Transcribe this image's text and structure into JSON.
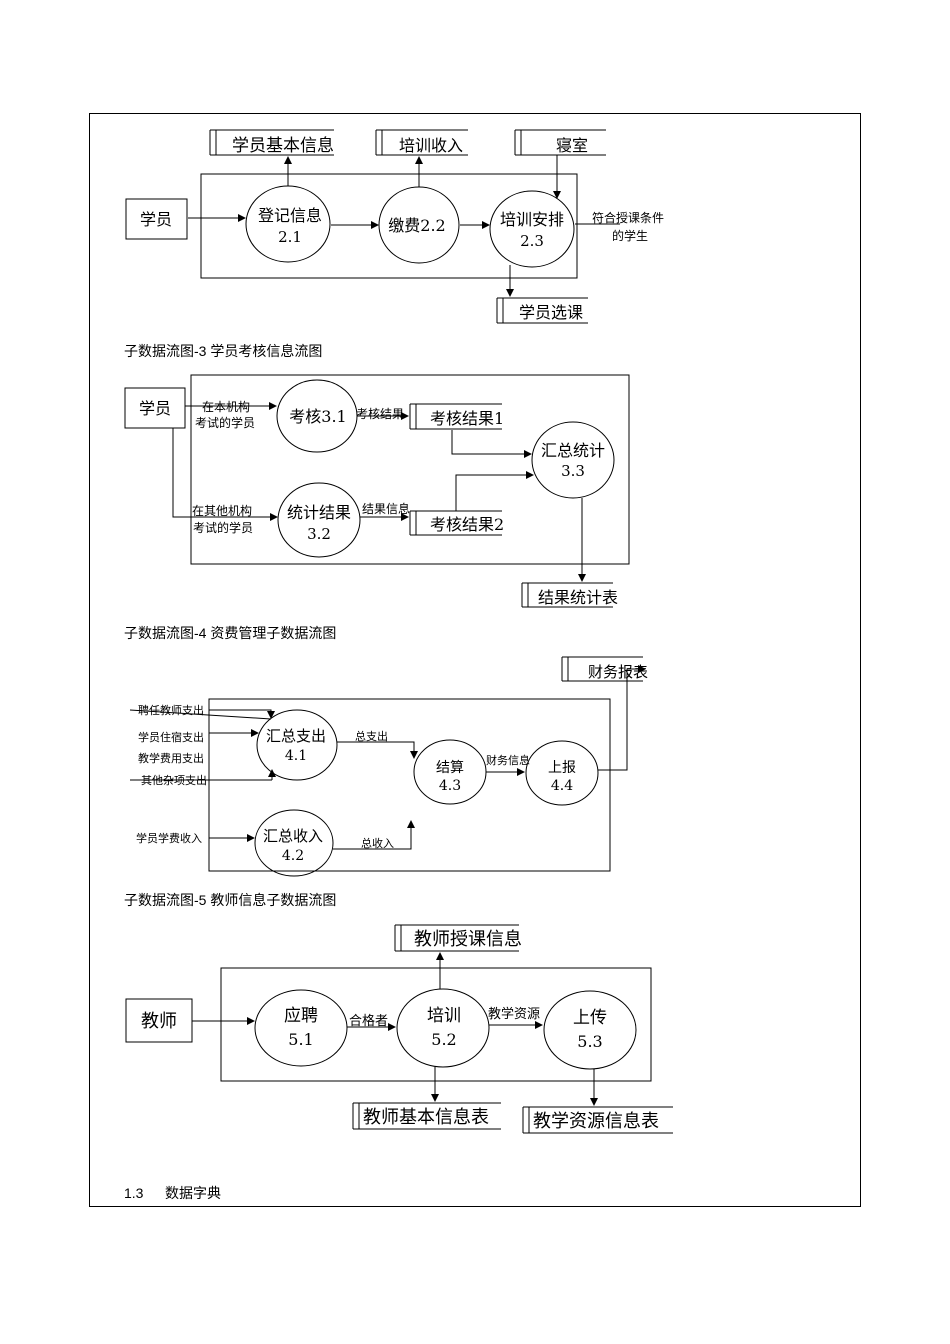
{
  "diagram2": {
    "external_student": "学员",
    "store_student_info": "学员基本信息",
    "store_income": "培训收入",
    "store_dorm": "寝室",
    "store_course_select": "学员选课",
    "p21_name": "登记信息",
    "p21_id": "2.1",
    "p22_name": "缴费2.2",
    "p23_name": "培训安排",
    "p23_id": "2.3",
    "out_label_line1": "符合授课条件",
    "out_label_line2": "的学生"
  },
  "diagram3": {
    "caption": "子数据流图-3  学员考核信息流图",
    "external_student": "学员",
    "flow_local_line1": "在本机构",
    "flow_local_line2": "考试的学员",
    "flow_other_line1": "在其他机构",
    "flow_other_line2": "考试的学员",
    "p31_name": "考核3.1",
    "p32_name": "统计结果",
    "p32_id": "3.2",
    "p33_name": "汇总统计",
    "p33_id": "3.3",
    "flow_exam_result": "考核结果",
    "flow_result_info": "结果信息",
    "store_result1": "考核结果1",
    "store_result2": "考核结果2",
    "store_stats": "结果统计表"
  },
  "diagram4": {
    "caption": "子数据流图-4  资费管理子数据流图",
    "store_finance": "财务报表",
    "in_teacher_pay": "聘任教师支出",
    "in_dorm_pay": "学员住宿支出",
    "in_teaching_pay": "教学费用支出",
    "in_misc_pay": "其他杂项支出",
    "in_tuition": "学员学费收入",
    "p41_name": "汇总支出",
    "p41_id": "4.1",
    "p42_name": "汇总收入",
    "p42_id": "4.2",
    "p43_name": "结算",
    "p43_id": "4.3",
    "p44_name": "上报",
    "p44_id": "4.4",
    "flow_total_out": "总支出",
    "flow_total_in": "总收入",
    "flow_finance_info": "财务信息"
  },
  "diagram5": {
    "caption": "子数据流图-5 教师信息子数据流图",
    "external_teacher": "教师",
    "store_teaching_info": "教师授课信息",
    "store_teacher_info": "教师基本信息表",
    "store_resource_info": "教学资源信息表",
    "p51_name": "应聘",
    "p51_id": "5.1",
    "p52_name": "培训",
    "p52_id": "5.2",
    "p53_name": "上传",
    "p53_id": "5.3",
    "flow_qualified": "合格者",
    "flow_resource": "教学资源"
  },
  "section": {
    "number": "1.3",
    "title": "数据字典"
  }
}
